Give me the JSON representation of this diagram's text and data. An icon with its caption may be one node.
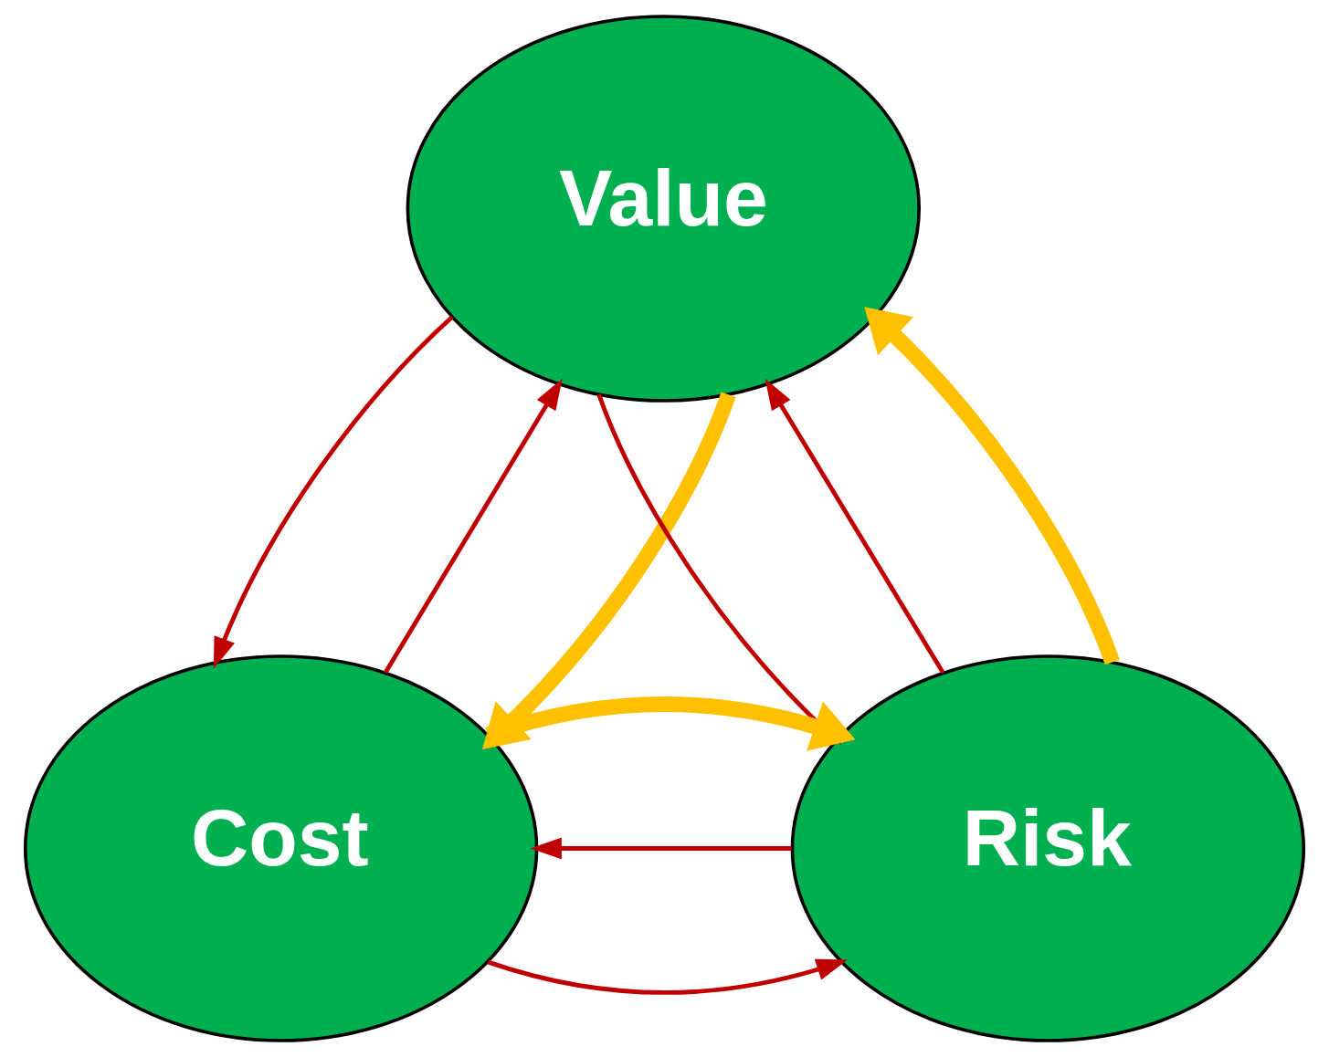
{
  "diagram": {
    "nodes": [
      {
        "text": [
          "Value"
        ]
      },
      {
        "text": [
          "Cost"
        ]
      },
      {
        "text": [
          "Risk"
        ]
      }
    ],
    "edges": [
      {
        "from": 1,
        "to": 0,
        "arrow": "to"
      },
      {
        "from": 0,
        "to": 1,
        "arrow": "to"
      },
      {
        "from": 0,
        "to": 2,
        "arrow": "to"
      },
      {
        "from": 2,
        "to": 0,
        "arrow": "to"
      },
      {
        "from": 1,
        "to": 2,
        "arrow": "to"
      },
      {
        "from": 2,
        "to": 1,
        "arrow": "to"
      },
      {
        "from": 0,
        "to": 1,
        "arrow": "to",
        "style": "thick",
        "color": "#ffc000"
      },
      {
        "from": 2,
        "to": 0,
        "arrow": "to",
        "style": "thick",
        "color": "#ffc000"
      },
      {
        "from": 1,
        "to": 2,
        "arrow": "to",
        "style": "thick",
        "color": "#ffc000"
      }
    ]
  }
}
